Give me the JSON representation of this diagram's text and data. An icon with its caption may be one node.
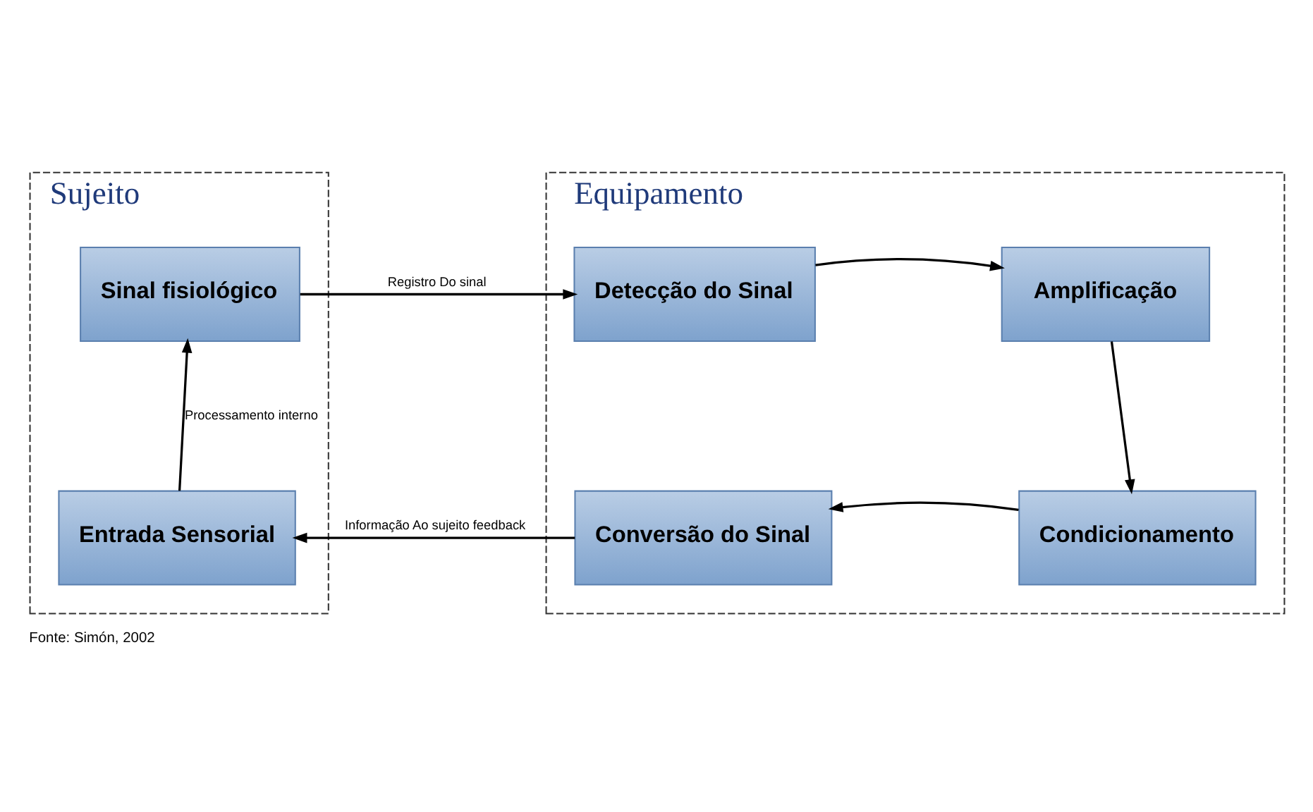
{
  "diagram": {
    "caption": "Fonte: Simón, 2002",
    "nodes": [
      {
        "text": [
          "Sujeito"
        ]
      },
      {
        "text": [
          "Sinal fisiológico"
        ],
        "in": 0
      },
      {
        "text": [
          "Entrada Sensorial"
        ],
        "in": 0
      },
      {
        "text": [
          "Equipamento"
        ]
      },
      {
        "text": [
          "Detecção do Sinal"
        ],
        "in": 3
      },
      {
        "text": [
          "Amplificação"
        ],
        "in": 3
      },
      {
        "text": [
          "Condicionamento"
        ],
        "in": 3
      },
      {
        "text": [
          "Conversão do Sinal"
        ],
        "in": 3
      }
    ],
    "edges": [
      {
        "from": 1,
        "to": 4,
        "arrow": "to",
        "label": "Registro Do sinal"
      },
      {
        "from": 4,
        "to": 5,
        "arrow": "to"
      },
      {
        "from": 5,
        "to": 6,
        "arrow": "to"
      },
      {
        "from": 6,
        "to": 7,
        "arrow": "to"
      },
      {
        "from": 7,
        "to": 2,
        "arrow": "to",
        "label": "Informação Ao sujeito feedback"
      },
      {
        "from": 2,
        "to": 1,
        "arrow": "to",
        "label": "Processamento interno"
      }
    ]
  }
}
